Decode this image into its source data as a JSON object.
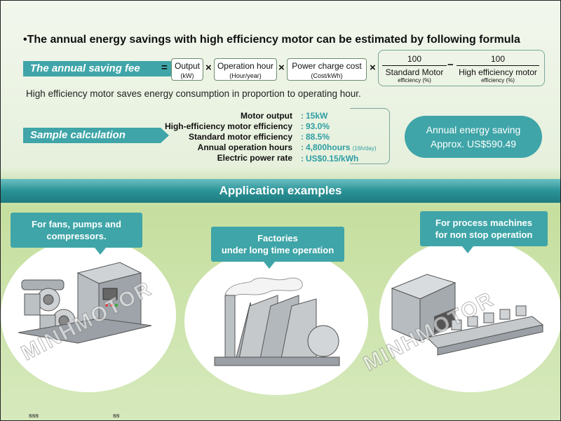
{
  "headline": "•The annual energy savings with high efficiency motor can be estimated by following formula",
  "formula": {
    "label": "The annual saving fee",
    "equals": "=",
    "times": "×",
    "minus": "−",
    "output": {
      "main": "Output",
      "sub": "(kW)"
    },
    "hours": {
      "main": "Operation hour",
      "sub": "(Hour/year)"
    },
    "cost": {
      "main": "Power charge cost",
      "sub": "(Cost/kWh)"
    },
    "frac1": {
      "num": "100",
      "den": "Standard Motor",
      "den_sub": "efficiency (%)"
    },
    "frac2": {
      "num": "100",
      "den": "High efficiency motor",
      "den_sub": "efficiency (%)"
    }
  },
  "note": "High efficiency motor saves energy consumption in proportion to operating hour.",
  "sample": {
    "label": "Sample  calculation",
    "rows": [
      {
        "label": "Motor output",
        "value": "15kW",
        "extra": ""
      },
      {
        "label": "High-efficiency motor efficiency",
        "value": "93.0%",
        "extra": ""
      },
      {
        "label": "Standard motor efficiency",
        "value": "88.5%",
        "extra": ""
      },
      {
        "label": "Annual operation hours",
        "value": "4,800hours",
        "extra": "(16h/day)"
      },
      {
        "label": "Electric power rate",
        "value": "US$0.15/kWh",
        "extra": ""
      }
    ],
    "colon": ":",
    "result_line1": "Annual energy saving",
    "result_line2": "Approx. US$590.49"
  },
  "applications": {
    "title": "Application examples",
    "items": [
      {
        "line1": "For fans, pumps and",
        "line2": "compressors."
      },
      {
        "line1": "Factories",
        "line2": "under long time operation"
      },
      {
        "line1": "For process machines",
        "line2": "for non stop operation"
      }
    ]
  },
  "watermark": "MINHMOTOR",
  "colors": {
    "accent": "#3fa5a8",
    "value_text": "#2e9ea4"
  }
}
